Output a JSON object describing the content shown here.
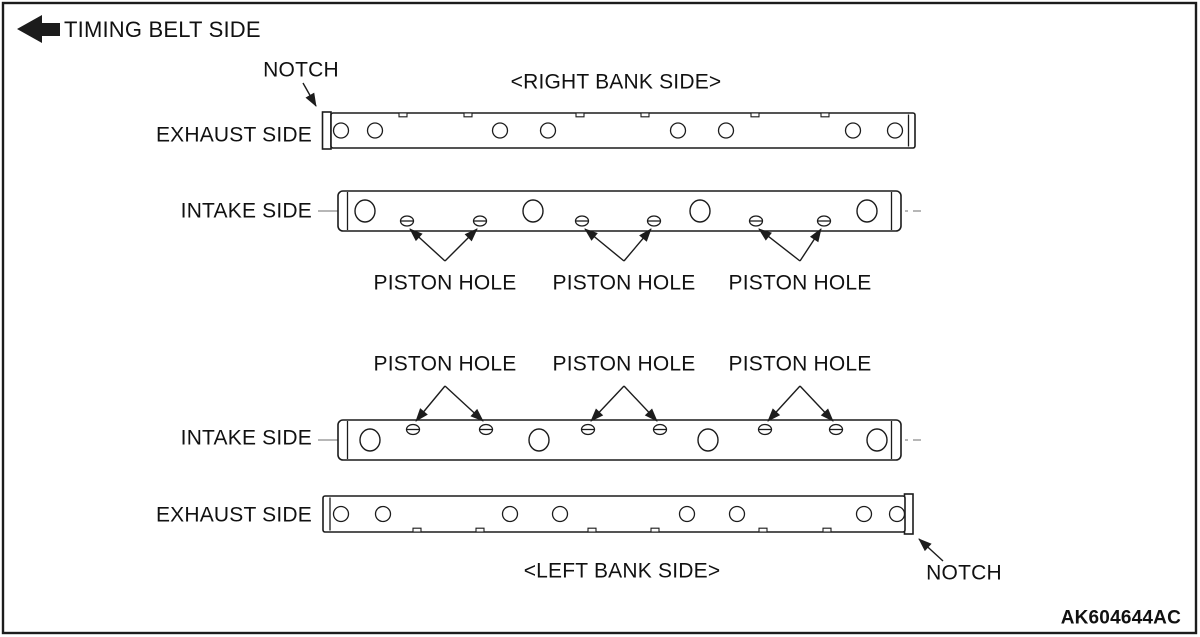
{
  "figure_code": "AK604644AC",
  "orientation": {
    "label": "TIMING BELT SIDE"
  },
  "right_bank": {
    "title": "<RIGHT BANK SIDE>",
    "notch_label": "NOTCH",
    "exhaust_label": "EXHAUST SIDE",
    "intake_label": "INTAKE SIDE",
    "piston_hole_labels": [
      "PISTON HOLE",
      "PISTON HOLE",
      "PISTON HOLE"
    ]
  },
  "left_bank": {
    "title": "<LEFT BANK SIDE>",
    "notch_label": "NOTCH",
    "exhaust_label": "EXHAUST SIDE",
    "intake_label": "INTAKE SIDE",
    "piston_hole_labels": [
      "PISTON HOLE",
      "PISTON HOLE",
      "PISTON HOLE"
    ]
  },
  "colors": {
    "line": "#1c1c1c",
    "centerline": "#8c8c8c",
    "background": "#ffffff",
    "text": "#111111"
  }
}
